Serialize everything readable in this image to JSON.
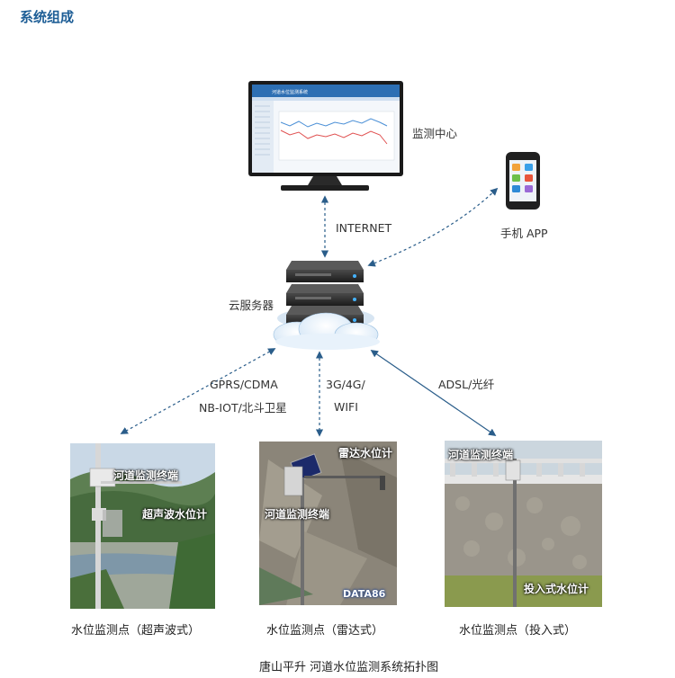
{
  "heading": "系统组成",
  "nodes": {
    "monitor_center": "监测中心",
    "mobile_app": "手机 APP",
    "cloud_server": "云服务器"
  },
  "links": {
    "internet": "INTERNET",
    "gprs": "GPRS/CDMA",
    "nbiot": "NB-IOT/北斗卫星",
    "g_line1": "3G/4G/",
    "g_line2": "WIFI",
    "adsl": "ADSL/光纤"
  },
  "sites": [
    {
      "caption": "水位监测点（超声波式）",
      "overlay_terminal": "河道监测终端",
      "overlay_sensor": "超声波水位计"
    },
    {
      "caption": "水位监测点（雷达式）",
      "overlay_terminal": "河道监测终端",
      "overlay_sensor": "雷达水位计",
      "brand": "DATA86"
    },
    {
      "caption": "水位监测点（投入式）",
      "overlay_terminal": "河道监测终端",
      "overlay_sensor": "投入式水位计"
    }
  ],
  "monitor_screen": {
    "title": "河道水位监测系统"
  },
  "footer": "唐山平升  河道水位监测系统拓扑图",
  "colors": {
    "heading": "#1e5e96",
    "link_line": "#2a5d8a"
  }
}
